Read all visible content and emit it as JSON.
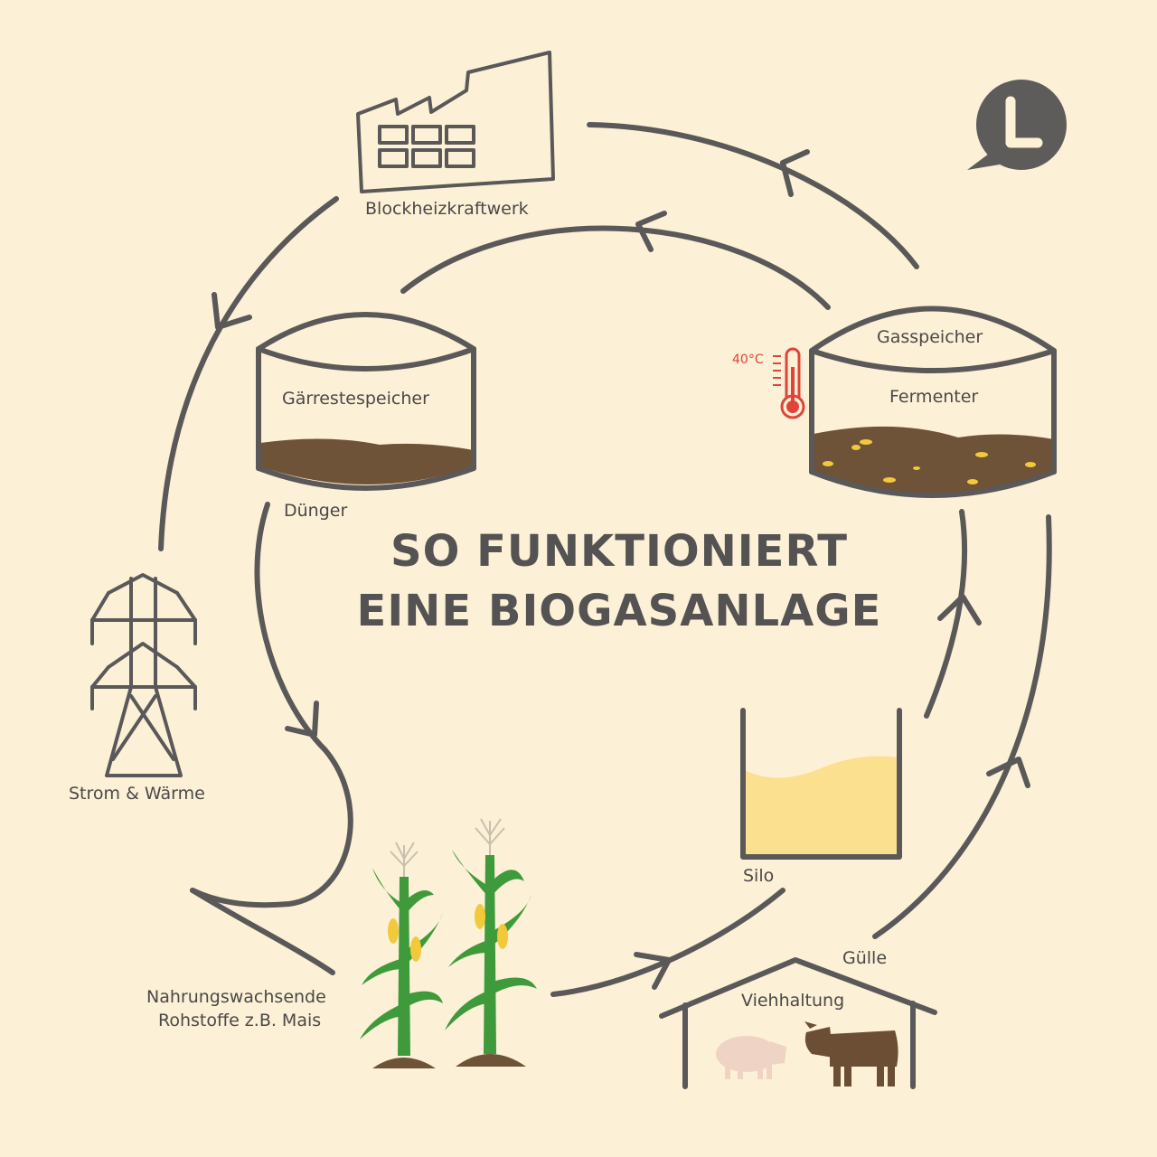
{
  "title": {
    "line1": "SO FUNKTIONIERT",
    "line2": "EINE BIOGASANLAGE"
  },
  "labels": {
    "chp": "Blockheizkraftwerk",
    "gas_storage": "Gasspeicher",
    "fermenter": "Fermenter",
    "temperature": "40°C",
    "digestate_storage": "Gärrestespeicher",
    "fertilizer": "Dünger",
    "power_heat": "Strom & Wärme",
    "crops_line1": "Nahrungswachsende",
    "crops_line2": "Rohstoffe z.B. Mais",
    "silo": "Silo",
    "manure": "Gülle",
    "livestock": "Viehhaltung"
  },
  "logo": {
    "letter": "L"
  },
  "colors": {
    "background": "#fcf1d6",
    "line": "#5a5858",
    "text": "#4a4848",
    "soil": "#6e5338",
    "silage": "#fbe08f",
    "corn_leaf": "#3f9a3c",
    "cob": "#f3c93c",
    "cow": "#6b4e33",
    "pig": "#efd3c4",
    "thermometer": "#e0433a",
    "logo": "#5e5c5b"
  }
}
